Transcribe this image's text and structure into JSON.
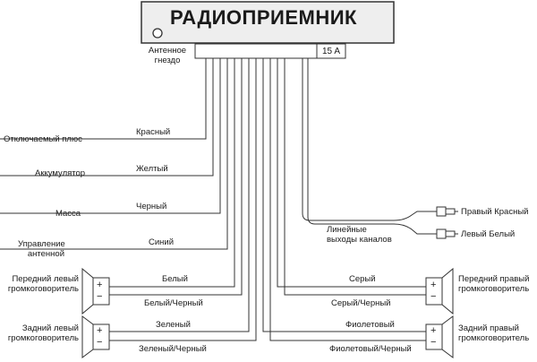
{
  "radio": {
    "title": "РАДИОПРИЕМНИК",
    "fuse": "15 A",
    "antenna_label": "Антенное гнездо"
  },
  "connections": {
    "switched_plus": {
      "name": "Отключаемый плюс",
      "color": "Красный"
    },
    "battery": {
      "name": "Аккумулятор",
      "color": "Желтый"
    },
    "ground": {
      "name": "Масса",
      "color": "Черный"
    },
    "antenna_control": {
      "name": "Управление антенной",
      "color": "Синий"
    }
  },
  "speakers": {
    "front_left": {
      "name": "Передний левый громкоговоритель",
      "plus": "Белый",
      "minus": "Белый/Черный"
    },
    "rear_left": {
      "name": "Задний левый громкоговоритель",
      "plus": "Зеленый",
      "minus": "Зеленый/Черный"
    },
    "front_right": {
      "name": "Передний правый громкоговоритель",
      "plus": "Серый",
      "minus": "Серый/Черный"
    },
    "rear_right": {
      "name": "Задний правый громкоговоритель",
      "plus": "Фиолетовый",
      "minus": "Фиолетовый/Черный"
    }
  },
  "line_out": {
    "label": "Линейные выходы каналов",
    "right": "Правый Красный",
    "left": "Левый Белый"
  },
  "symbols": {
    "plus": "+",
    "minus": "−"
  },
  "colors": {
    "line": "#333333",
    "unit_fill": "#eeeeee",
    "wire_gray": "#8a8a8a"
  }
}
